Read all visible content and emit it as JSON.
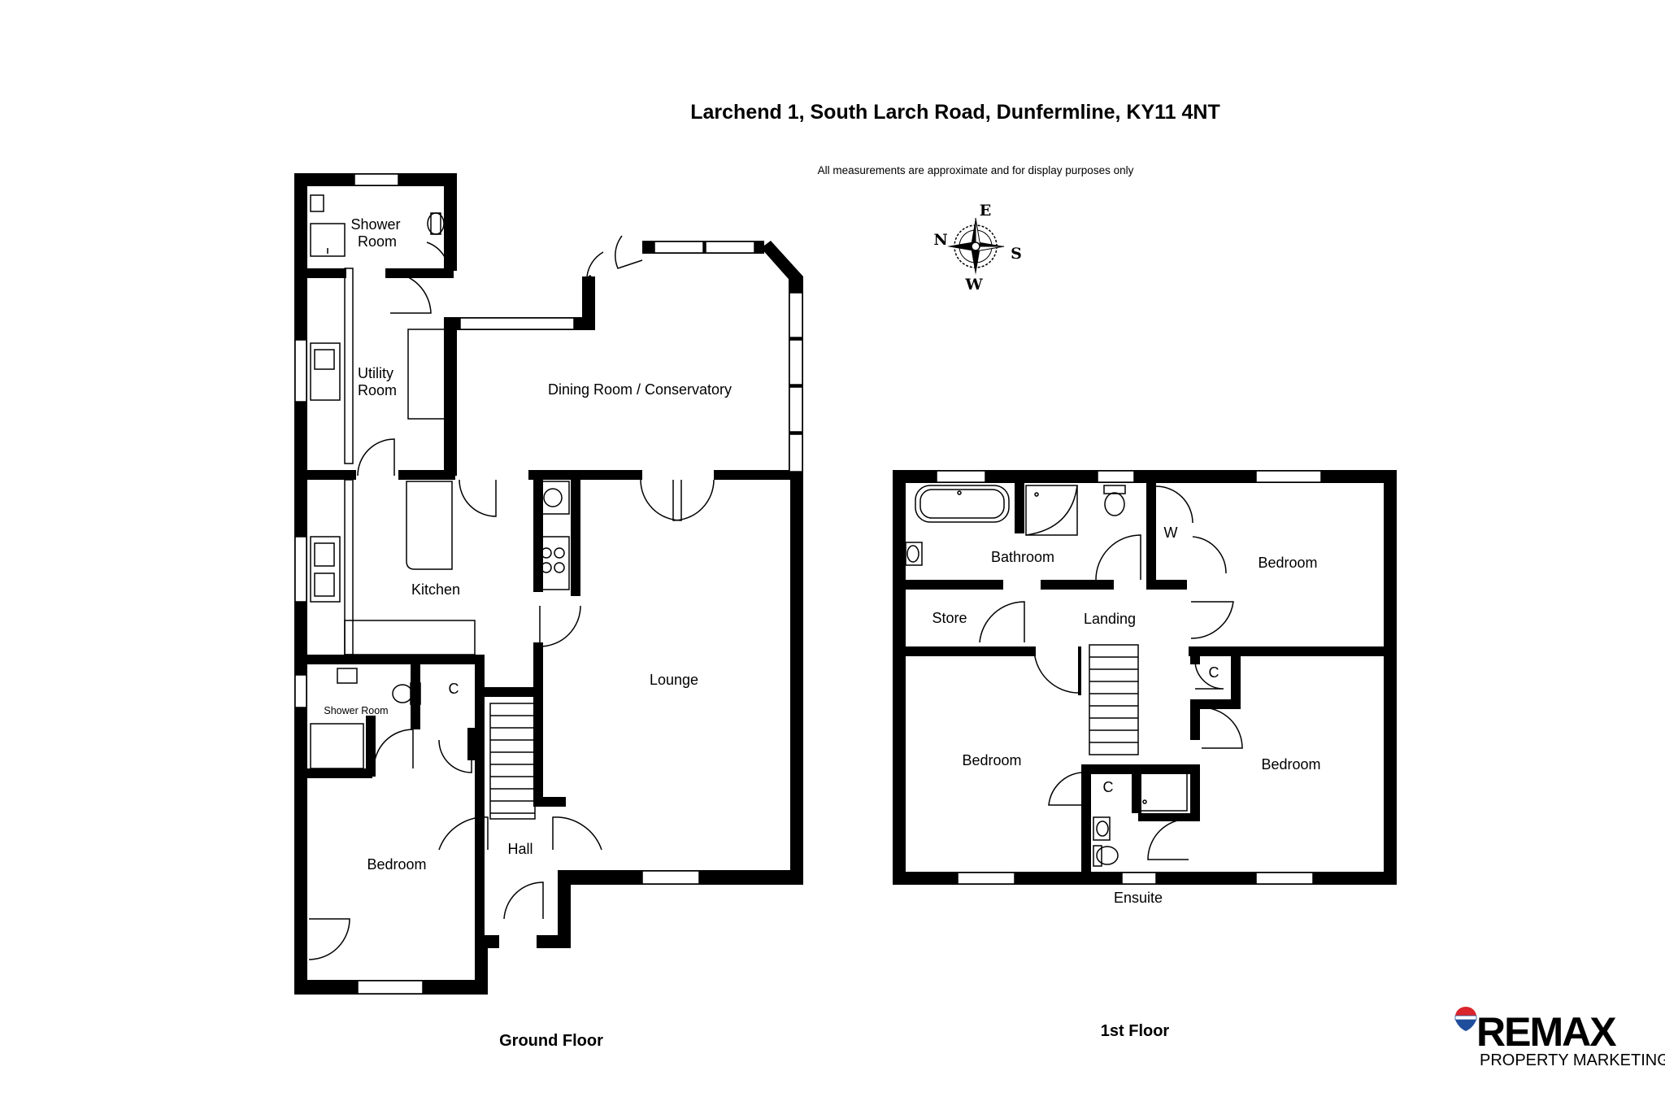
{
  "header": {
    "address": "Larchend 1, South Larch Road, Dunfermline, KY11 4NT",
    "disclaimer": "All measurements are approximate and for display purposes only"
  },
  "compass": {
    "north": "N",
    "east": "E",
    "south": "S",
    "west": "W"
  },
  "ground_floor": {
    "label": "Ground Floor",
    "rooms": {
      "shower_room_top_line1": "Shower",
      "shower_room_top_line2": "Room",
      "utility_line1": "Utility",
      "utility_line2": "Room",
      "dining": "Dining Room / Conservatory",
      "kitchen": "Kitchen",
      "lounge": "Lounge",
      "shower_room_lower": "Shower Room",
      "cupboard": "C",
      "bedroom": "Bedroom",
      "hall": "Hall"
    }
  },
  "first_floor": {
    "label": "1st Floor",
    "rooms": {
      "bathroom": "Bathroom",
      "wardrobe": "W",
      "bedroom_ne": "Bedroom",
      "store": "Store",
      "landing": "Landing",
      "cupboard_right": "C",
      "bedroom_w": "Bedroom",
      "bedroom_se": "Bedroom",
      "cupboard_mid": "C",
      "ensuite": "Ensuite"
    }
  },
  "logo": {
    "brand": "REMAX",
    "tagline": "PROPERTY MARKETING",
    "colors": {
      "red": "#d9252b",
      "blue": "#1f4e9c"
    }
  }
}
